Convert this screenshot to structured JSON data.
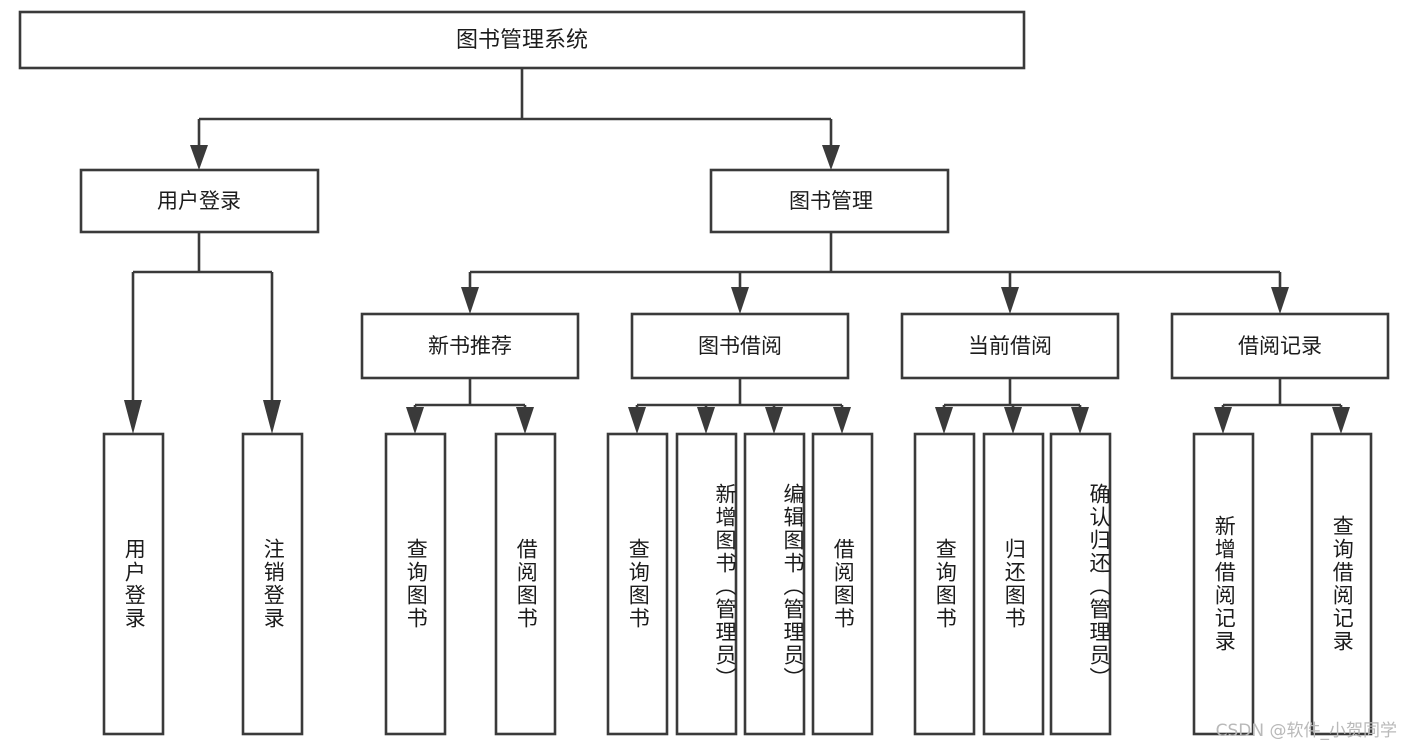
{
  "diagram": {
    "type": "tree",
    "title": "图书管理系统",
    "orientation": "top-down",
    "colors": {
      "box_stroke": "#3a3a3a",
      "box_fill": "#ffffff",
      "text": "#1c1c1c",
      "connector": "#3a3a3a",
      "background": "#ffffff",
      "watermark": "#b9b9b9"
    },
    "root": {
      "label": "图书管理系统",
      "level": 0
    },
    "level2": [
      {
        "label": "用户登录"
      },
      {
        "label": "图书管理"
      }
    ],
    "level3": [
      {
        "label": "新书推荐"
      },
      {
        "label": "图书借阅"
      },
      {
        "label": "当前借阅"
      },
      {
        "label": "借阅记录"
      }
    ],
    "leaves": {
      "user_login": [
        {
          "label": "用户登录"
        },
        {
          "label": "注销登录"
        }
      ],
      "new_book_recommend": [
        {
          "label": "查询图书"
        },
        {
          "label": "借阅图书"
        }
      ],
      "book_borrow": [
        {
          "label": "查询图书"
        },
        {
          "label": "新增图书（管理员）"
        },
        {
          "label": "编辑图书（管理员）"
        },
        {
          "label": "借阅图书"
        }
      ],
      "current_borrow": [
        {
          "label": "查询图书"
        },
        {
          "label": "归还图书"
        },
        {
          "label": "确认归还（管理员）"
        }
      ],
      "borrow_record": [
        {
          "label": "新增借阅记录"
        },
        {
          "label": "查询借阅记录"
        }
      ]
    }
  },
  "watermark": {
    "text": "CSDN @软件_小贺同学"
  }
}
